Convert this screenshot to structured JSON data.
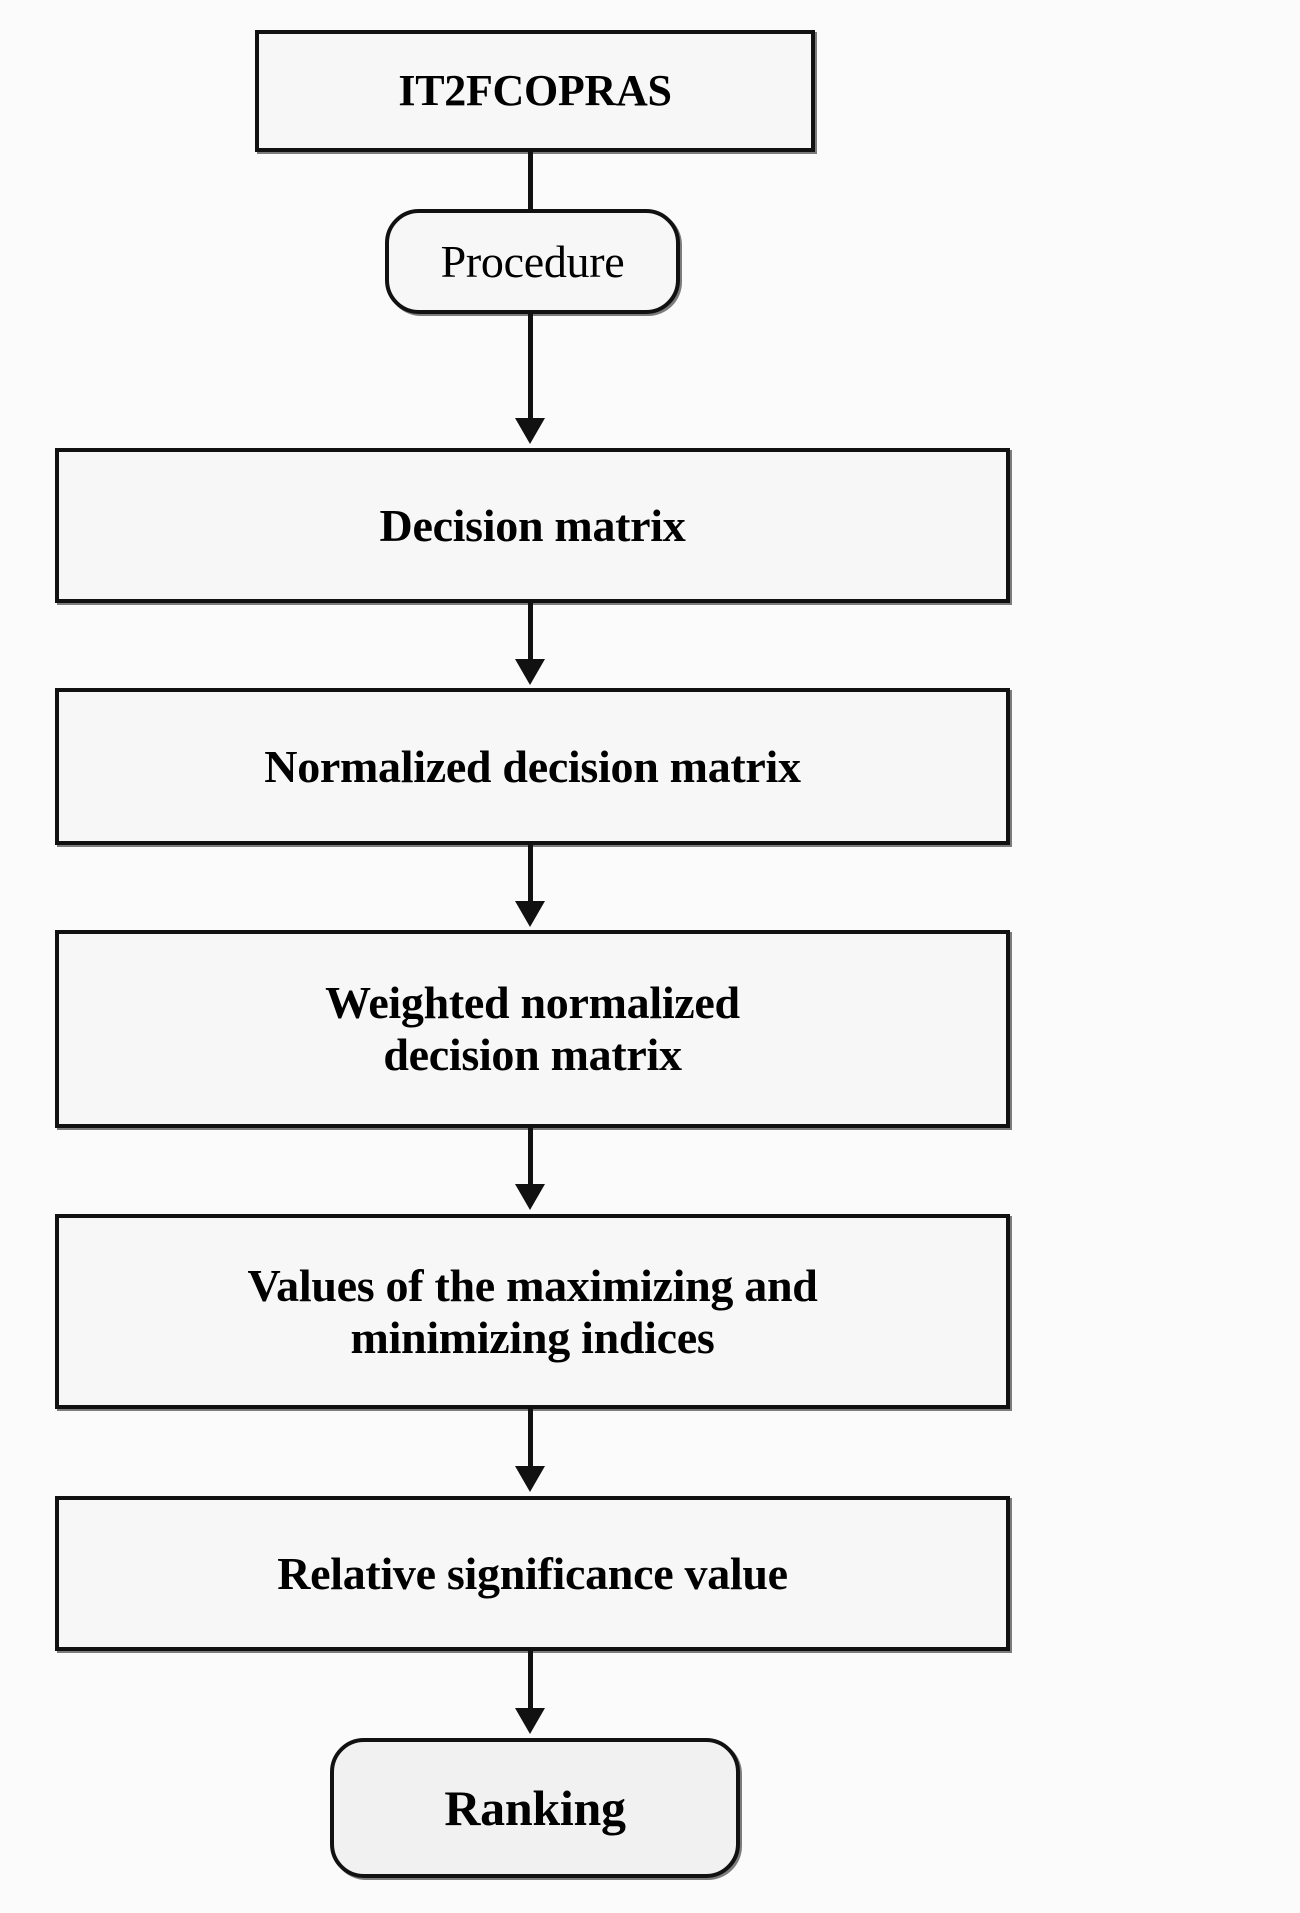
{
  "diagram": {
    "title": "IT2FCOPRAS procedure flowchart",
    "orientation": "top-to-bottom",
    "background_color": "#fbfbfb",
    "node_fill_color": "#f7f7f7",
    "border_color": "#111111",
    "text_color": "#000000",
    "nodes": [
      {
        "id": "it2fcopras",
        "label": "IT2FCOPRAS",
        "shape": "rectangle",
        "weight": "bold"
      },
      {
        "id": "procedure",
        "label": "Procedure",
        "shape": "rounded-rectangle",
        "weight": "normal"
      },
      {
        "id": "decision-matrix",
        "label": "Decision matrix",
        "shape": "rectangle",
        "weight": "bold"
      },
      {
        "id": "normalized-decision-matrix",
        "label": "Normalized decision matrix",
        "shape": "rectangle",
        "weight": "bold"
      },
      {
        "id": "weighted-normalized-decision-matrix",
        "line1": "Weighted normalized",
        "line2": "decision matrix",
        "shape": "rectangle",
        "weight": "bold"
      },
      {
        "id": "maximizing-minimizing-indices",
        "line1": "Values of the maximizing and",
        "line2": "minimizing indices",
        "shape": "rectangle",
        "weight": "bold"
      },
      {
        "id": "relative-significance-value",
        "label": "Relative significance value",
        "shape": "rectangle",
        "weight": "bold"
      },
      {
        "id": "ranking",
        "label": "Ranking",
        "shape": "rounded-rectangle",
        "weight": "bold"
      }
    ],
    "edges": [
      {
        "from": "it2fcopras",
        "to": "procedure",
        "arrowhead": false
      },
      {
        "from": "procedure",
        "to": "decision-matrix",
        "arrowhead": true
      },
      {
        "from": "decision-matrix",
        "to": "normalized-decision-matrix",
        "arrowhead": true
      },
      {
        "from": "normalized-decision-matrix",
        "to": "weighted-normalized-decision-matrix",
        "arrowhead": true
      },
      {
        "from": "weighted-normalized-decision-matrix",
        "to": "maximizing-minimizing-indices",
        "arrowhead": true
      },
      {
        "from": "maximizing-minimizing-indices",
        "to": "relative-significance-value",
        "arrowhead": true
      },
      {
        "from": "relative-significance-value",
        "to": "ranking",
        "arrowhead": true
      }
    ]
  }
}
